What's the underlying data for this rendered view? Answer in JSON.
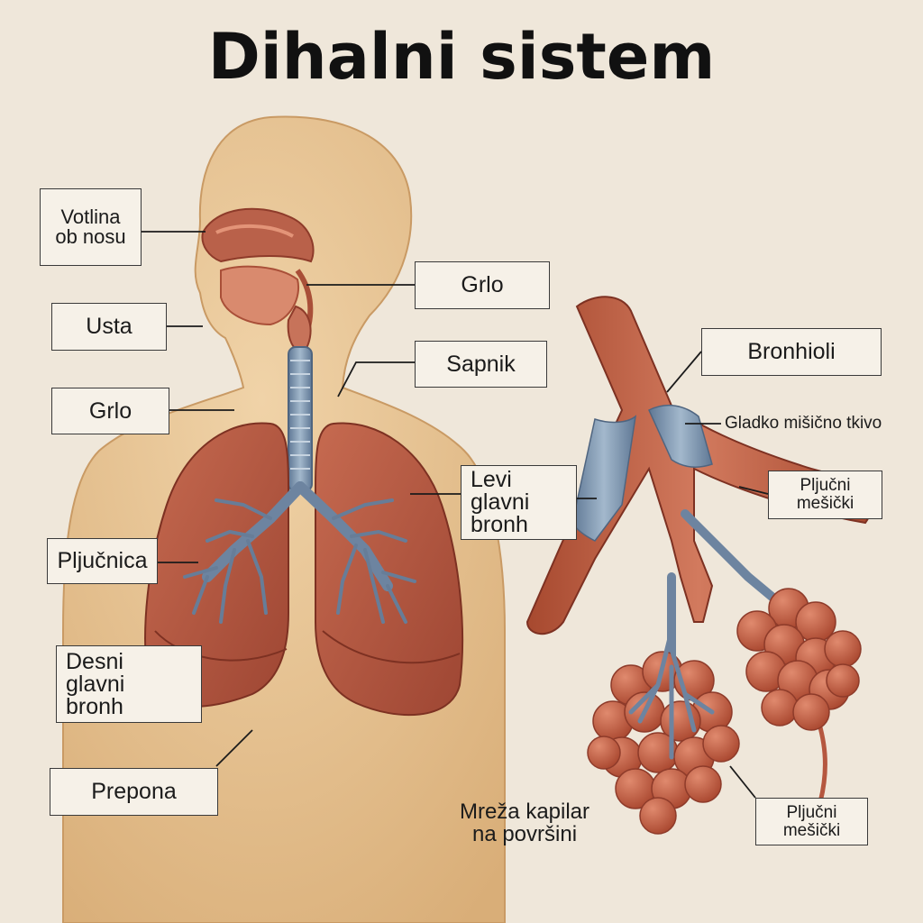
{
  "title": "Dihalni sistem",
  "labels": {
    "nasal_cavity": "Votlina\nob nosu",
    "mouth": "Usta",
    "throat_left": "Grlo",
    "throat_right": "Grlo",
    "larynx": "Sapnik",
    "lung": "Pljučnica",
    "right_main_bronchus": "Desni\nglavni\nbronh",
    "left_main_bronchus": "Levi\nglavni\nbronh",
    "diaphragm": "Prepona",
    "bronchioles": "Bronhioli",
    "smooth_muscle": "Gladko mišično tkivo",
    "alveoli_upper": "Pljučni\nmešički",
    "alveoli_lower": "Pljučni\nmešički",
    "capillary_network": "Mreža kapilar\nna površini"
  },
  "colors": {
    "background": "#efe7da",
    "skin": "#e9c99b",
    "skin_shade": "#d9b07c",
    "lung": "#b5573f",
    "lung_dark": "#8e3b2a",
    "airway_blue": "#7d97b3",
    "airway_blue_dark": "#5b7390",
    "alveolus": "#c0604a"
  }
}
